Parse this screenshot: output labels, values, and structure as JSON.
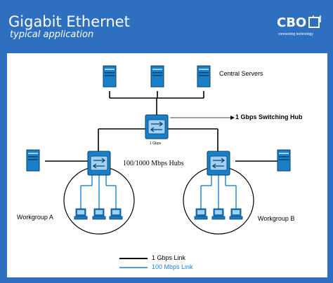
{
  "header": {
    "title": "Gigabit Ethernet",
    "subtitle": "typical application"
  },
  "logo": {
    "name": "CBO",
    "tagline": "connecting technology"
  },
  "diagram": {
    "central_servers_label": "Central Servers",
    "switching_hub_label": "1 Gbps Switching Hub",
    "switching_hub_small_label": "1 Gbps",
    "hubs_label": "100/1000 Mbps Hubs",
    "workgroup_a_label": "Workgroup A",
    "workgroup_b_label": "Workgroup B"
  },
  "legend": {
    "gbps_link": "1  Gbps Link",
    "mbps_link": "100 Mbps Link"
  },
  "colors": {
    "header_bg": "#2f6fbf",
    "device_blue": "#1a7fc9",
    "link_1g": "#000000",
    "link_100m": "#1e7fd1"
  }
}
